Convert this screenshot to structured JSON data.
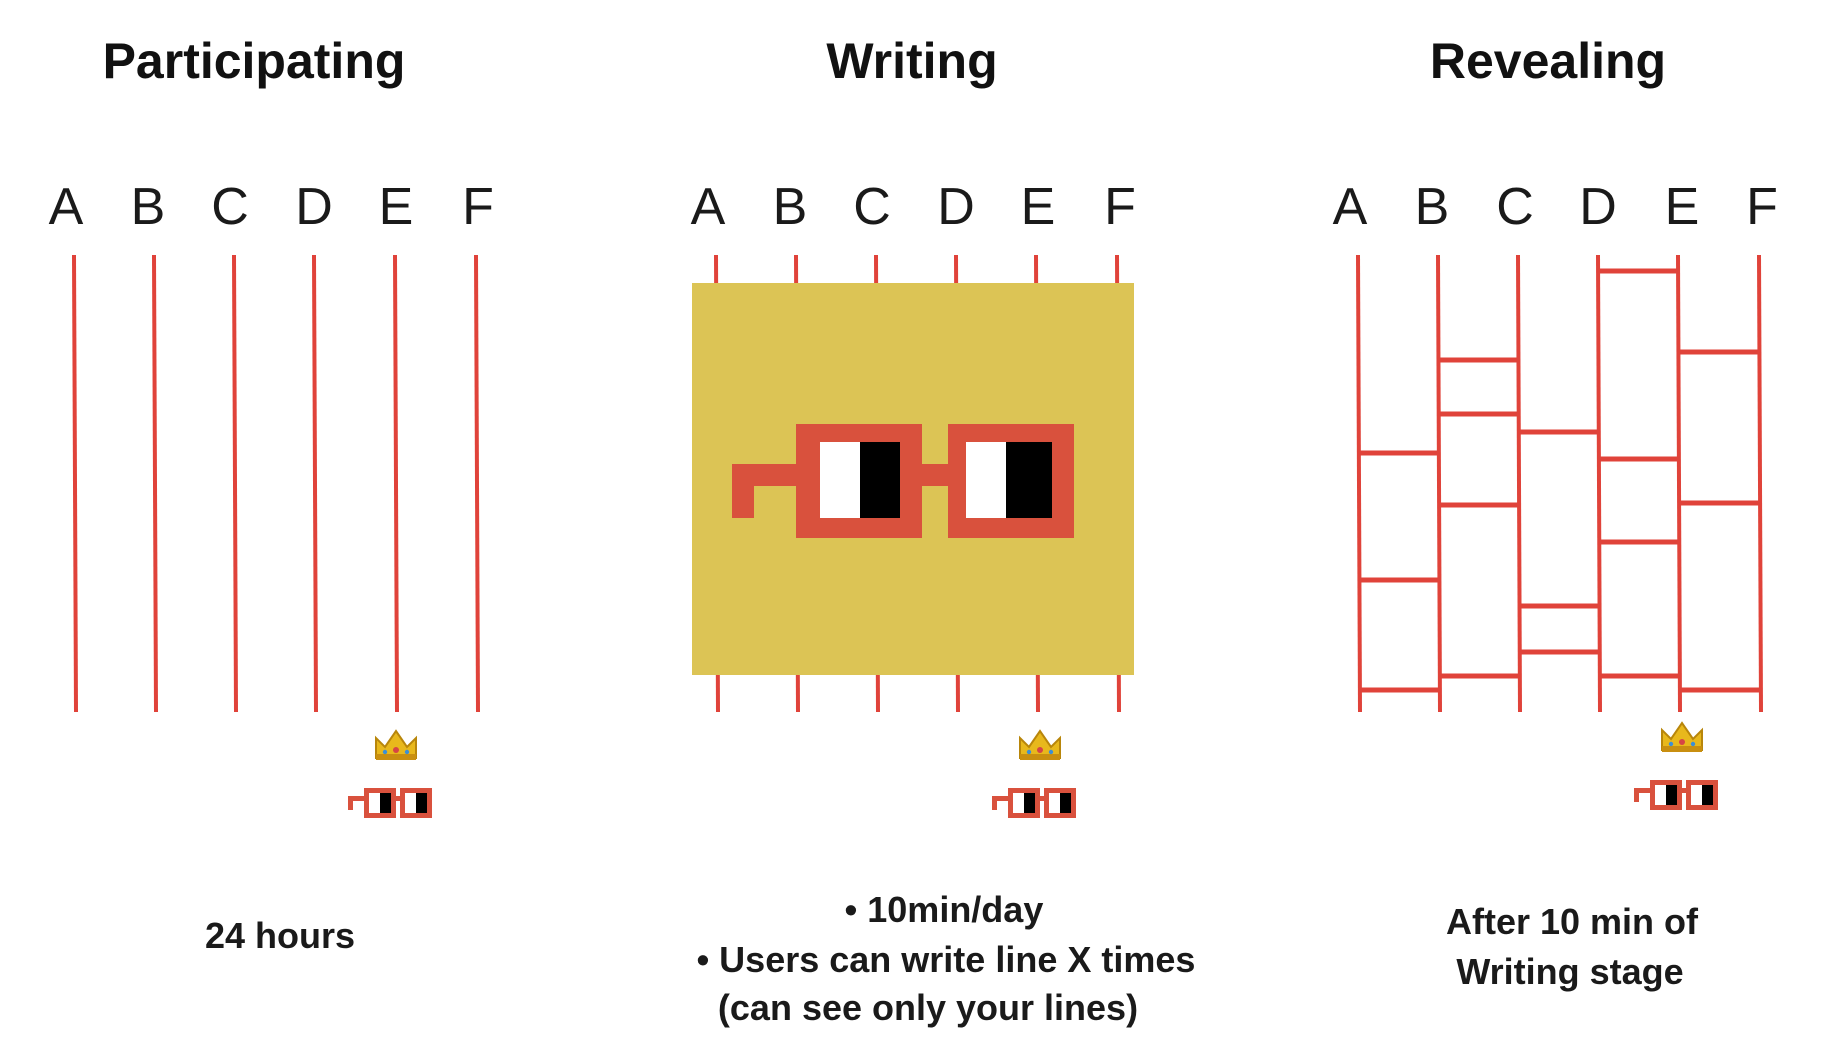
{
  "panels": [
    {
      "title": "Participating",
      "letters": [
        "A",
        "B",
        "C",
        "D",
        "E",
        "F"
      ],
      "caption": [
        "24 hours"
      ]
    },
    {
      "title": "Writing",
      "letters": [
        "A",
        "B",
        "C",
        "D",
        "E",
        "F"
      ],
      "caption": [
        "• 10min/day",
        "• Users can write line X times",
        "(can see only your lines)"
      ]
    },
    {
      "title": "Revealing",
      "letters": [
        "A",
        "B",
        "C",
        "D",
        "E",
        "F"
      ],
      "caption": [
        "After 10 min of",
        "Writing stage"
      ]
    }
  ],
  "colors": {
    "line": "#e0433a",
    "cover": "#dcc455",
    "glasses_frame": "#d9513d"
  },
  "icons": {
    "winner": "crown-icon",
    "avatar": "pixel-glasses-icon",
    "cover": "pixel-glasses-card-icon"
  },
  "winner_column": "E"
}
